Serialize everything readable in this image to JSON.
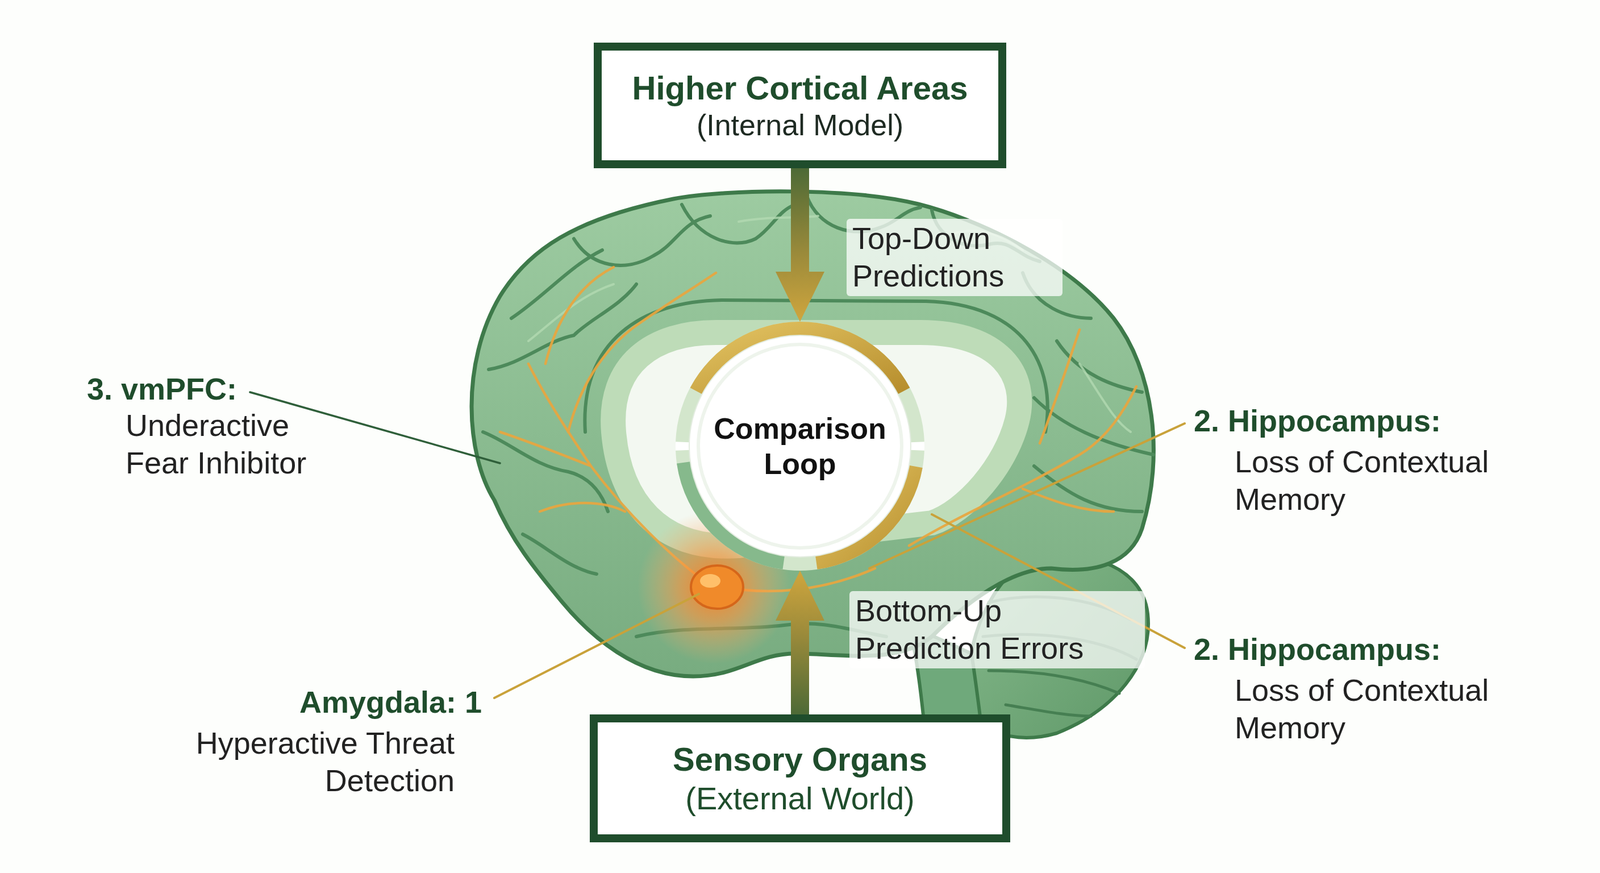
{
  "diagram": {
    "nodes": [
      {
        "text": [
          "Higher Cortical Areas",
          "(Internal Model)"
        ]
      },
      {
        "text": [
          "Comparison Loop"
        ]
      },
      {
        "text": [
          "Sensory Organs",
          "(External World)"
        ]
      }
    ],
    "edges": [
      {
        "from": 0,
        "to": 1,
        "arrow": "to",
        "label": "Top-Down Predictions"
      },
      {
        "from": 2,
        "to": 1,
        "arrow": "to",
        "label": "Bottom-Up Prediction Errors"
      }
    ],
    "labels": [
      "3. vmPFC:",
      "Underactive Fear Inhibitor",
      "2. Hippocampus:",
      "Loss of Contextual Memory",
      "2. Hippocampus:",
      "Loss of Contextual Memory",
      "Amygdala: 1",
      "Hyperactive Threat Detection"
    ]
  }
}
